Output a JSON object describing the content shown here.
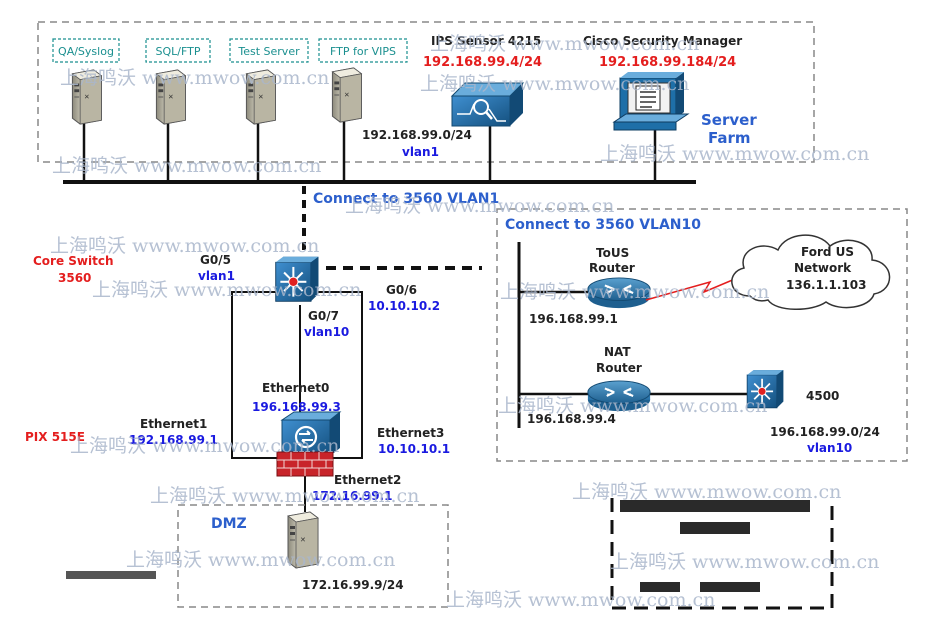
{
  "colors": {
    "red": "#e41e1e",
    "blue": "#1a1ae0",
    "heading_blue": "#2c5fcc",
    "teal": "#1a8f8f",
    "dark": "#222222",
    "icon_blue": "#1e6fa8"
  },
  "server_farm": {
    "servers": [
      {
        "label": "QA/Syslog",
        "icon": "server-tower-icon"
      },
      {
        "label": "SQL/FTP",
        "icon": "server-tower-icon"
      },
      {
        "label": "Test Server",
        "icon": "server-tower-icon"
      },
      {
        "label": "FTP for VIPS",
        "icon": "server-tower-icon"
      }
    ],
    "ips_sensor": {
      "title": "IPS Sensor 4215",
      "ip": "192.168.99.4/24",
      "icon": "ips-sensor-icon"
    },
    "csm": {
      "title": "Cisco Security Manager",
      "ip": "192.168.99.184/24",
      "icon": "workstation-icon"
    },
    "subnet": "192.168.99.0/24",
    "vlan": "vlan1",
    "label_line1": "Server",
    "label_line2": "Farm",
    "connect_label": "Connect to 3560 VLAN1"
  },
  "core_switch": {
    "name_line1": "Core Switch",
    "name_line2": "3560",
    "icon": "multilayer-switch-icon",
    "g05": "G0/5",
    "g05_vlan": "vlan1",
    "g06": "G0/6",
    "g06_ip": "10.10.10.2",
    "g07": "G0/7",
    "g07_vlan": "vlan10"
  },
  "firewall": {
    "name": "PIX 515E",
    "icon": "firewall-icon",
    "eth0": "Ethernet0",
    "eth0_ip": "196.168.99.3",
    "eth1": "Ethernet1",
    "eth1_ip": "192.168.99.1",
    "eth2": "Ethernet2",
    "eth2_ip": "172.16.99.1",
    "eth3": "Ethernet3",
    "eth3_ip": "10.10.10.1"
  },
  "vlan10": {
    "title": "Connect to 3560 VLAN10",
    "tous_line1": "ToUS",
    "tous_line2": "Router",
    "tous_ip": "196.168.99.1",
    "ford_line1": "Ford US",
    "ford_line2": "Network",
    "ford_ip": "136.1.1.103",
    "nat_line1": "NAT",
    "nat_line2": "Router",
    "nat_ip": "196.168.99.4",
    "switch_name": "4500",
    "subnet": "196.168.99.0/24",
    "vlan": "vlan10"
  },
  "dmz": {
    "label": "DMZ",
    "server_ip": "172.16.99.9/24",
    "icon": "server-tower-icon"
  },
  "watermark": "上海鸣沃 www.mwow.com.cn"
}
